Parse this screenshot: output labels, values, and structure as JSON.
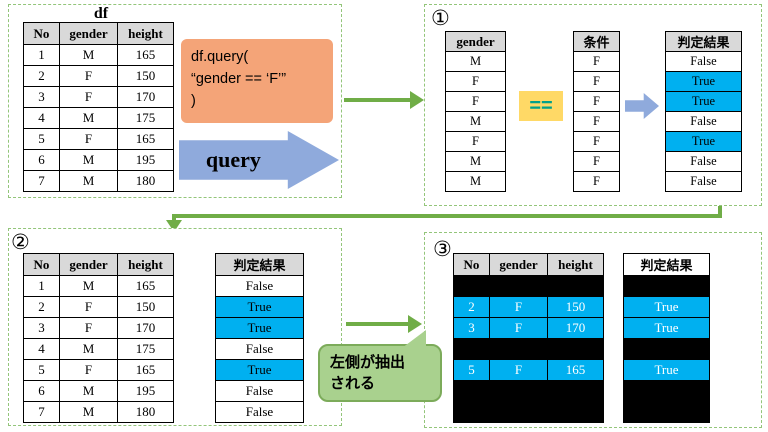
{
  "palette": {
    "dashed_border_green": "#93c57a",
    "arrow_green": "#70ad47",
    "table_header_gray": "#d9d9d9",
    "code_box_salmon": "#f4a478",
    "block_arrow_blue": "#8faadc",
    "highlight_cyan": "#00b0f0",
    "operator_yellow": "#ffd966",
    "operator_text_teal": "#00a08b",
    "blackout": "#000000",
    "callout_green": "#a9d18e"
  },
  "panel_df": {
    "title": "df",
    "headers": [
      "No",
      "gender",
      "height"
    ],
    "rows": [
      [
        "1",
        "M",
        "165"
      ],
      [
        "2",
        "F",
        "150"
      ],
      [
        "3",
        "F",
        "170"
      ],
      [
        "4",
        "M",
        "175"
      ],
      [
        "5",
        "F",
        "165"
      ],
      [
        "6",
        "M",
        "195"
      ],
      [
        "7",
        "M",
        "180"
      ]
    ],
    "code_line1": "df.query(",
    "code_line2": "“gender == ‘F’”",
    "code_line3": ")",
    "query_label": "query"
  },
  "panel_1": {
    "badge": "①",
    "gender_header": "gender",
    "gender_col": [
      "M",
      "F",
      "F",
      "M",
      "F",
      "M",
      "M"
    ],
    "operator": "==",
    "cond_header": "条件",
    "cond_col": [
      "F",
      "F",
      "F",
      "F",
      "F",
      "F",
      "F"
    ],
    "result_header": "判定結果",
    "result_col": [
      "False",
      "True",
      "True",
      "False",
      "True",
      "False",
      "False"
    ]
  },
  "panel_2": {
    "badge": "②",
    "headers": [
      "No",
      "gender",
      "height"
    ],
    "rows": [
      [
        "1",
        "M",
        "165"
      ],
      [
        "2",
        "F",
        "150"
      ],
      [
        "3",
        "F",
        "170"
      ],
      [
        "4",
        "M",
        "175"
      ],
      [
        "5",
        "F",
        "165"
      ],
      [
        "6",
        "M",
        "195"
      ],
      [
        "7",
        "M",
        "180"
      ]
    ],
    "result_header": "判定結果",
    "result_col": [
      "False",
      "True",
      "True",
      "False",
      "True",
      "False",
      "False"
    ]
  },
  "panel_3": {
    "badge": "③",
    "headers": [
      "No",
      "gender",
      "height"
    ],
    "rows": [
      [
        "",
        "",
        ""
      ],
      [
        "2",
        "F",
        "150"
      ],
      [
        "3",
        "F",
        "170"
      ],
      [
        "",
        "",
        ""
      ],
      [
        "5",
        "F",
        "165"
      ],
      [
        "",
        "",
        ""
      ],
      [
        "",
        "",
        ""
      ]
    ],
    "result_header": "判定結果",
    "result_col": [
      "",
      "True",
      "True",
      "",
      "True",
      "",
      ""
    ],
    "callout_line1": "左側が抽出",
    "callout_line2": "される"
  }
}
